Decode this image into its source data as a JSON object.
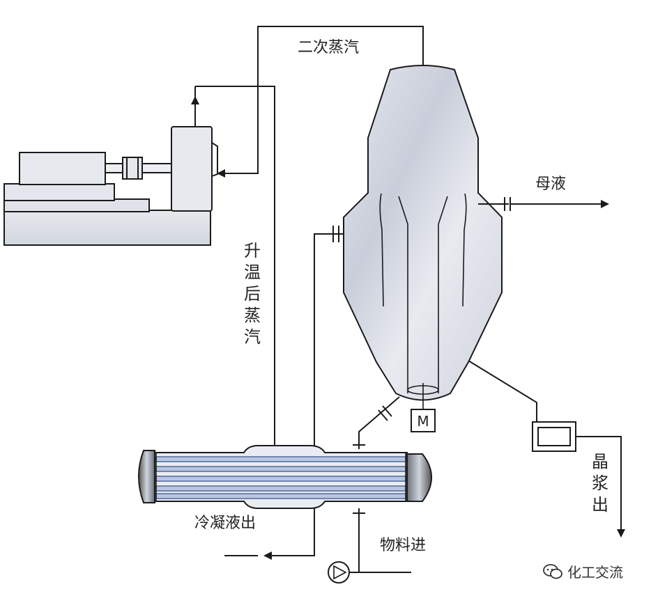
{
  "diagram": {
    "labels": {
      "secondary_steam": "二次蒸汽",
      "mother_liquor": "母液",
      "heated_steam": "升温后蒸汽",
      "condensate_out": "冷凝液出",
      "material_in": "物料进",
      "crystal_slurry_out": "晶浆出",
      "motor": "M"
    },
    "watermark": "化工交流",
    "colors": {
      "line": "#1a1a1a",
      "equipment_fill": "#dde3ea",
      "evaporator_fill": "#d9dde5",
      "exchanger_tube": "#7c93c4"
    }
  }
}
